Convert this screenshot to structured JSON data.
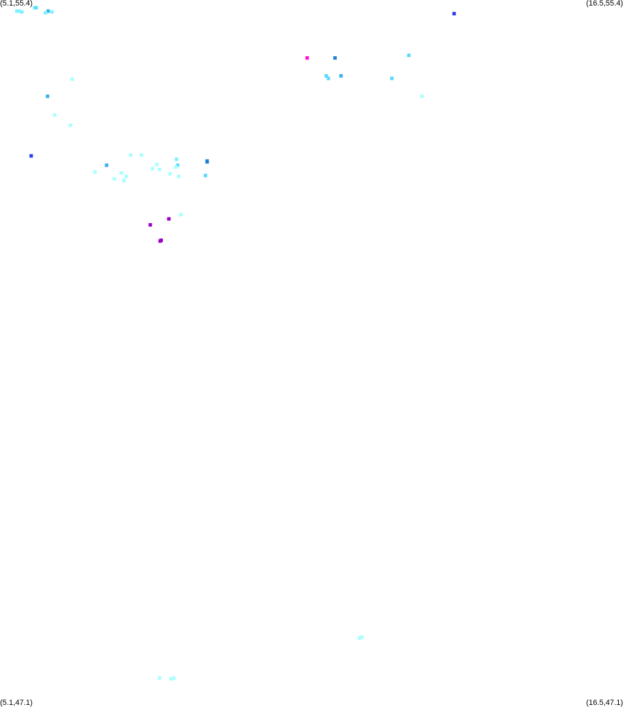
{
  "corner_labels": {
    "top_left": "(5.1,55.4)",
    "top_right": "(16.5,55.4)",
    "bottom_left": "(5.1,47.1)",
    "bottom_right": "(16.5,47.1)"
  },
  "colors": {
    "cyan_pale": "#a8ffff",
    "cyan_light": "#7ff2ff",
    "cyan": "#5ad9ff",
    "sky": "#38b2ee",
    "azure": "#2196e6",
    "blue": "#1f7fd8",
    "royal": "#2c3fe6",
    "magenta": "#ff10d0",
    "purple": "#9a00c8"
  },
  "chart_data": {
    "type": "scatter",
    "xlim": [
      5.1,
      16.5
    ],
    "ylim": [
      47.1,
      55.4
    ],
    "grid": false,
    "points": [
      {
        "x": 5.73,
        "y": 55.31,
        "color": "cyan_light"
      },
      {
        "x": 5.76,
        "y": 55.31,
        "color": "cyan"
      },
      {
        "x": 5.41,
        "y": 55.27,
        "color": "cyan_light"
      },
      {
        "x": 5.45,
        "y": 55.27,
        "color": "cyan_light"
      },
      {
        "x": 5.5,
        "y": 55.26,
        "color": "cyan_light"
      },
      {
        "x": 5.98,
        "y": 55.27,
        "color": "sky"
      },
      {
        "x": 5.93,
        "y": 55.25,
        "color": "cyan_light"
      },
      {
        "x": 6.05,
        "y": 55.26,
        "color": "cyan_light"
      },
      {
        "x": 13.41,
        "y": 55.24,
        "color": "royal"
      },
      {
        "x": 12.58,
        "y": 54.75,
        "color": "cyan"
      },
      {
        "x": 10.72,
        "y": 54.72,
        "color": "magenta"
      },
      {
        "x": 11.23,
        "y": 54.72,
        "color": "blue"
      },
      {
        "x": 11.07,
        "y": 54.51,
        "color": "cyan"
      },
      {
        "x": 11.11,
        "y": 54.48,
        "color": "cyan"
      },
      {
        "x": 11.34,
        "y": 54.51,
        "color": "sky"
      },
      {
        "x": 12.27,
        "y": 54.48,
        "color": "cyan"
      },
      {
        "x": 6.42,
        "y": 54.47,
        "color": "cyan_pale"
      },
      {
        "x": 5.97,
        "y": 54.27,
        "color": "sky"
      },
      {
        "x": 12.82,
        "y": 54.27,
        "color": "cyan_pale"
      },
      {
        "x": 6.1,
        "y": 54.05,
        "color": "cyan_pale"
      },
      {
        "x": 6.39,
        "y": 53.93,
        "color": "cyan_pale"
      },
      {
        "x": 5.67,
        "y": 53.57,
        "color": "royal"
      },
      {
        "x": 7.49,
        "y": 53.58,
        "color": "cyan_pale"
      },
      {
        "x": 7.69,
        "y": 53.58,
        "color": "cyan_pale"
      },
      {
        "x": 8.33,
        "y": 53.53,
        "color": "cyan_light"
      },
      {
        "x": 8.89,
        "y": 53.51,
        "color": "blue"
      },
      {
        "x": 8.89,
        "y": 53.5,
        "color": "blue"
      },
      {
        "x": 7.05,
        "y": 53.46,
        "color": "sky"
      },
      {
        "x": 7.97,
        "y": 53.47,
        "color": "cyan_pale"
      },
      {
        "x": 8.35,
        "y": 53.46,
        "color": "cyan"
      },
      {
        "x": 8.32,
        "y": 53.44,
        "color": "cyan_pale"
      },
      {
        "x": 7.89,
        "y": 53.42,
        "color": "cyan_pale"
      },
      {
        "x": 8.02,
        "y": 53.41,
        "color": "cyan_pale"
      },
      {
        "x": 6.84,
        "y": 53.38,
        "color": "cyan_pale"
      },
      {
        "x": 7.32,
        "y": 53.37,
        "color": "cyan_pale"
      },
      {
        "x": 8.21,
        "y": 53.36,
        "color": "cyan_pale"
      },
      {
        "x": 8.86,
        "y": 53.34,
        "color": "cyan"
      },
      {
        "x": 7.41,
        "y": 53.33,
        "color": "cyan_pale"
      },
      {
        "x": 8.37,
        "y": 53.33,
        "color": "cyan_pale"
      },
      {
        "x": 7.19,
        "y": 53.3,
        "color": "cyan_pale"
      },
      {
        "x": 7.37,
        "y": 53.28,
        "color": "cyan_pale"
      },
      {
        "x": 8.41,
        "y": 52.88,
        "color": "cyan_pale"
      },
      {
        "x": 8.19,
        "y": 52.83,
        "color": "purple"
      },
      {
        "x": 7.85,
        "y": 52.76,
        "color": "purple"
      },
      {
        "x": 8.03,
        "y": 52.57,
        "color": "purple"
      },
      {
        "x": 8.05,
        "y": 52.58,
        "color": "purple"
      },
      {
        "x": 11.68,
        "y": 47.91,
        "color": "cyan_pale"
      },
      {
        "x": 11.72,
        "y": 47.92,
        "color": "cyan_pale"
      },
      {
        "x": 8.02,
        "y": 47.44,
        "color": "cyan_pale"
      },
      {
        "x": 8.23,
        "y": 47.43,
        "color": "cyan_pale"
      },
      {
        "x": 8.28,
        "y": 47.44,
        "color": "cyan_pale"
      }
    ]
  }
}
